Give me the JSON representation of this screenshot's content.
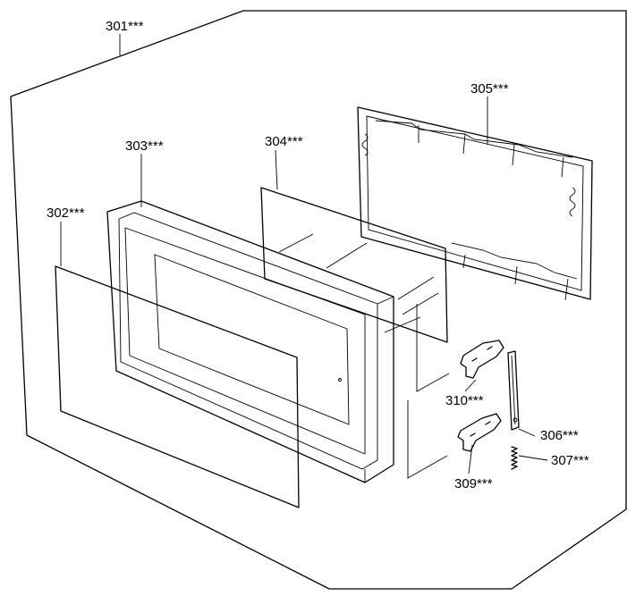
{
  "parts": {
    "p301": "301***",
    "p302": "302***",
    "p303": "303***",
    "p304": "304***",
    "p305": "305***",
    "p306": "306***",
    "p307": "307***",
    "p309": "309***",
    "p310": "310***"
  }
}
